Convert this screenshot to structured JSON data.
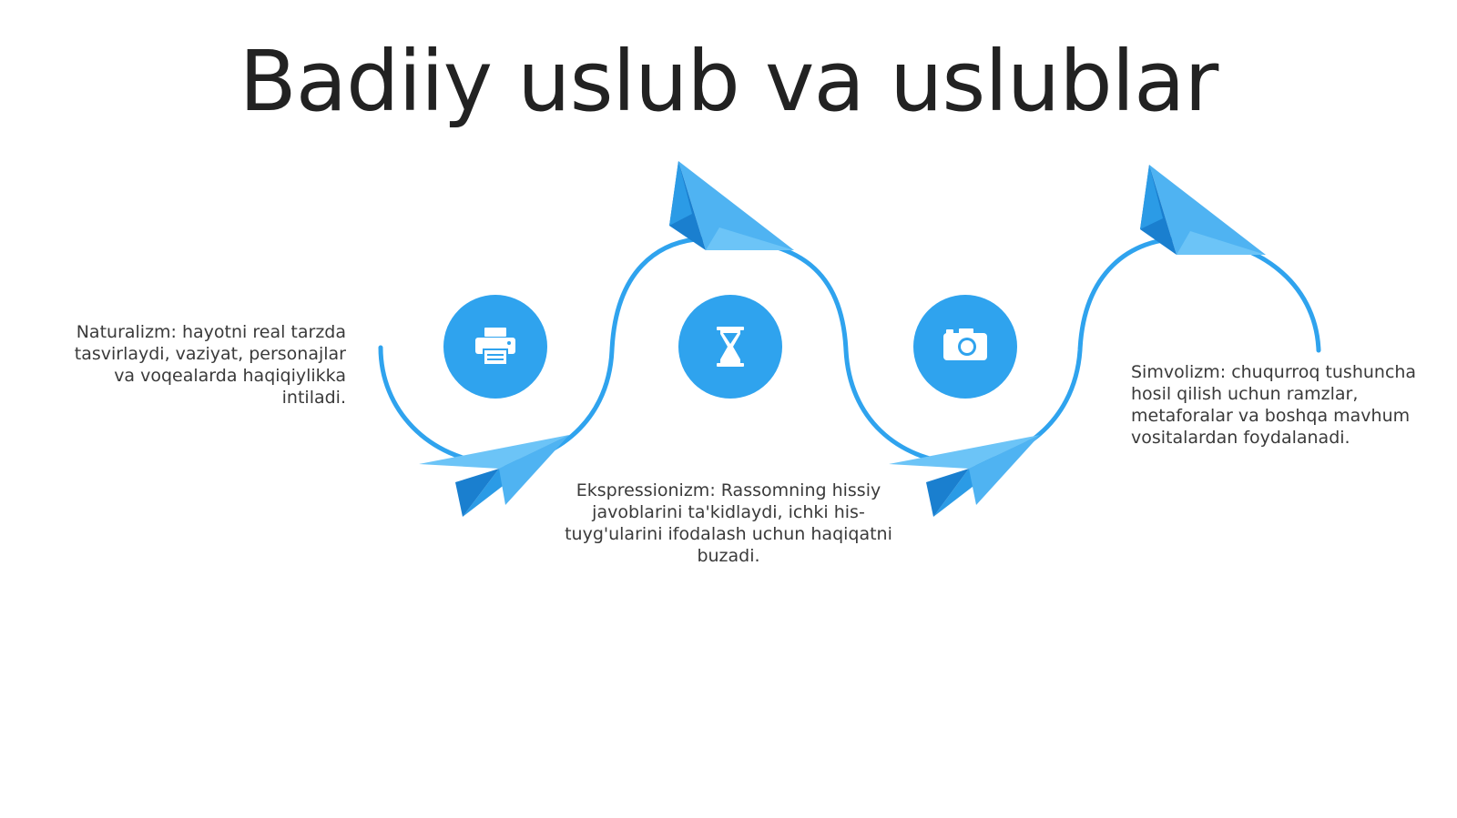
{
  "title": "Badiiy uslub va uslublar",
  "accent_color": "#2fa3ee",
  "icon_color": "#ffffff",
  "path_color": "#2fa3ee",
  "steps": [
    {
      "icon": "printer-icon",
      "text": "Naturalizm: hayotni real tarzda tasvirlaydi, vaziyat, personajlar va voqealarda haqiqiylikka intiladi."
    },
    {
      "icon": "hourglass-icon",
      "text": "Ekspressionizm: Rassomning hissiy javoblarini ta'kidlaydi, ichki his-tuyg'ularini ifodalash uchun haqiqatni buzadi."
    },
    {
      "icon": "camera-icon",
      "text": "Simvolizm: chuqurroq tushuncha hosil qilish uchun ramzlar, metaforalar va boshqa mavhum vositalardan foydalanadi."
    }
  ]
}
